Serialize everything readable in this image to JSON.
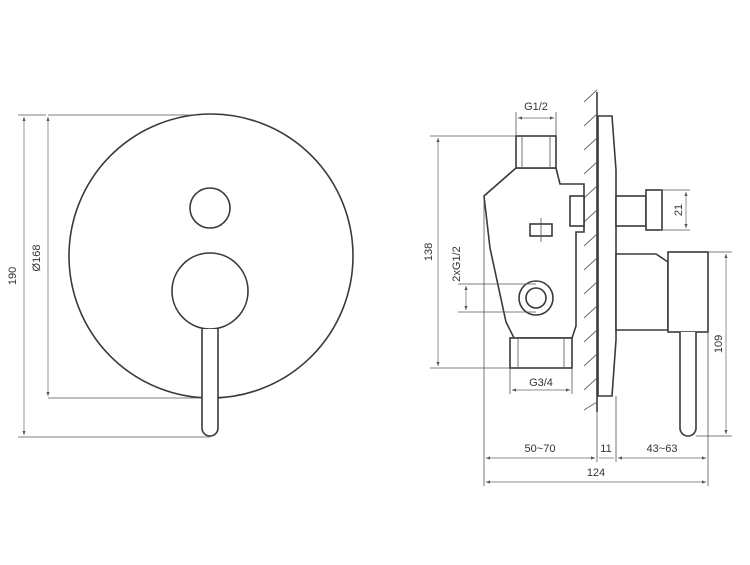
{
  "drawing": {
    "front_view": {
      "dim_overall_height": "190",
      "dim_plate_diameter": "Ø168"
    },
    "side_view": {
      "dim_top_inlet": "G1/2",
      "dim_outlet_thread": "21",
      "dim_body_height": "138",
      "dim_side_outlets": "2xG1/2",
      "dim_bottom_inlet": "G3/4",
      "dim_lever_height": "109",
      "dim_wall_depth": "50~70",
      "dim_plate_thickness": "11",
      "dim_handle_projection": "43~63",
      "dim_total_depth": "124"
    }
  }
}
